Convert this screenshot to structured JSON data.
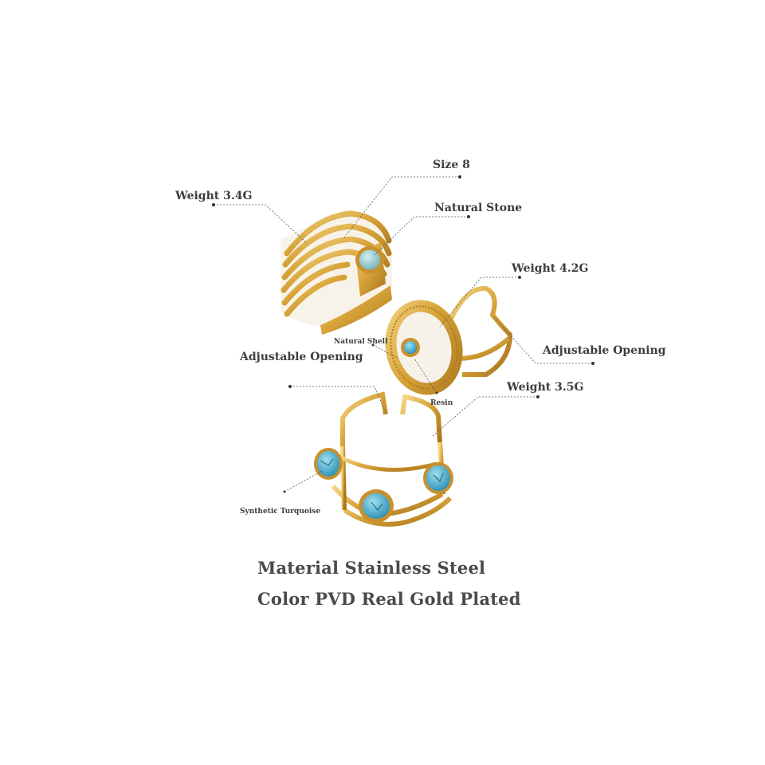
{
  "labels": {
    "size": "Size 8",
    "weight_top": "Weight 3.4G",
    "natural_stone": "Natural Stone",
    "weight_mid": "Weight 4.2G",
    "natural_shell": "Natural Shell",
    "adjustable_right": "Adjustable Opening",
    "adjustable_left": "Adjustable Opening",
    "resin": "Resin",
    "weight_bottom": "Weight 3.5G",
    "synthetic_turquoise": "Synthetic Turquoise"
  },
  "footer": {
    "material": "Material Stainless Steel",
    "color": "Color PVD Real Gold Plated"
  },
  "colors": {
    "gold": "#d9a53a",
    "gold_dark": "#a9741c",
    "gold_light": "#f3d27a",
    "stone_blue": "#8fc9cf",
    "turquoise": "#3fa6c8",
    "shell": "#f6f2ea",
    "leader": "#555555"
  }
}
